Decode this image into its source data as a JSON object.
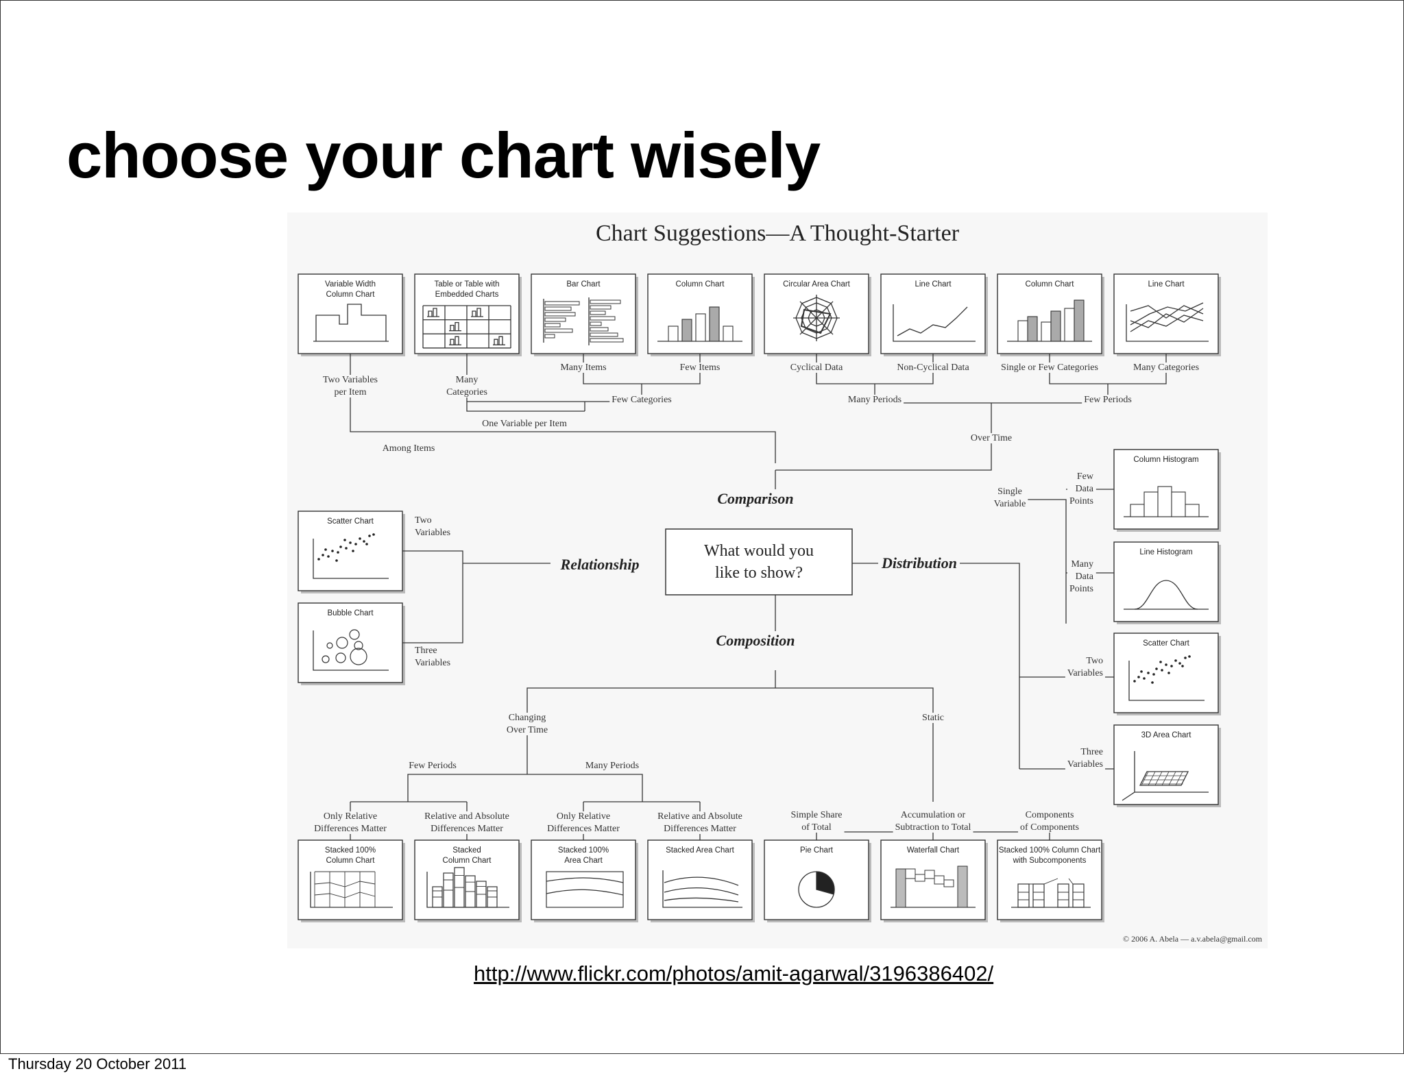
{
  "slide": {
    "title": "choose your chart wisely",
    "link": "http://www.flickr.com/photos/amit-agarwal/3196386402/",
    "date": "Thursday 20 October 2011"
  },
  "diagram": {
    "title": "Chart Suggestions—A Thought-Starter",
    "copyright": "© 2006  A. Abela — a.v.abela@gmail.com",
    "center_line1": "What would you",
    "center_line2": "like to show?",
    "categories": {
      "comparison": "Comparison",
      "relationship": "Relationship",
      "distribution": "Distribution",
      "composition": "Composition"
    },
    "boxes": {
      "variable_width": [
        "Variable Width",
        "Column Chart"
      ],
      "table_embedded": [
        "Table or Table with",
        "Embedded Charts"
      ],
      "bar_chart": [
        "Bar Chart"
      ],
      "column_chart_1": [
        "Column Chart"
      ],
      "circular_area": [
        "Circular Area Chart"
      ],
      "line_chart_1": [
        "Line Chart"
      ],
      "column_chart_2": [
        "Column Chart"
      ],
      "line_chart_2": [
        "Line Chart"
      ],
      "scatter_1": [
        "Scatter Chart"
      ],
      "bubble": [
        "Bubble Chart"
      ],
      "column_histogram": [
        "Column Histogram"
      ],
      "line_histogram": [
        "Line Histogram"
      ],
      "scatter_2": [
        "Scatter Chart"
      ],
      "area_3d": [
        "3D Area Chart"
      ],
      "stacked100_column": [
        "Stacked 100%",
        "Column Chart"
      ],
      "stacked_column": [
        "Stacked",
        "Column Chart"
      ],
      "stacked100_area": [
        "Stacked 100%",
        "Area Chart"
      ],
      "stacked_area": [
        "Stacked Area Chart"
      ],
      "pie": [
        "Pie Chart"
      ],
      "waterfall": [
        "Waterfall Chart"
      ],
      "stacked100_sub": [
        "Stacked 100% Column Chart",
        "with Subcomponents"
      ]
    },
    "labels": {
      "two_variables_per_item": [
        "Two Variables",
        "per Item"
      ],
      "many_categories_a": [
        "Many",
        "Categories"
      ],
      "many_items": [
        "Many Items"
      ],
      "few_items": [
        "Few Items"
      ],
      "cyclical_data": [
        "Cyclical Data"
      ],
      "non_cyclical_data": [
        "Non-Cyclical Data"
      ],
      "single_or_few_categories": [
        "Single or Few Categories"
      ],
      "many_categories_b": [
        "Many Categories"
      ],
      "few_categories": [
        "Few Categories"
      ],
      "many_periods_top": [
        "Many Periods"
      ],
      "few_periods_top": [
        "Few Periods"
      ],
      "one_variable_per_item": [
        "One Variable per Item"
      ],
      "among_items": [
        "Among Items"
      ],
      "over_time": [
        "Over Time"
      ],
      "two_variables_rel": [
        "Two",
        "Variables"
      ],
      "three_variables_rel": [
        "Three",
        "Variables"
      ],
      "single_variable": [
        "Single",
        "Variable"
      ],
      "few_data_points": [
        "Few",
        "Data",
        "Points"
      ],
      "many_data_points": [
        "Many",
        "Data",
        "Points"
      ],
      "two_variables_dist": [
        "Two",
        "Variables"
      ],
      "three_variables_dist": [
        "Three",
        "Variables"
      ],
      "changing_over_time": [
        "Changing",
        "Over Time"
      ],
      "static": [
        "Static"
      ],
      "few_periods_bottom": [
        "Few Periods"
      ],
      "many_periods_bottom": [
        "Many Periods"
      ],
      "only_relative_1": [
        "Only Relative",
        "Differences Matter"
      ],
      "relative_absolute_1": [
        "Relative and Absolute",
        "Differences Matter"
      ],
      "only_relative_2": [
        "Only Relative",
        "Differences Matter"
      ],
      "relative_absolute_2": [
        "Relative and Absolute",
        "Differences Matter"
      ],
      "simple_share": [
        "Simple Share",
        "of Total"
      ],
      "accumulation": [
        "Accumulation or",
        "Subtraction to Total"
      ],
      "components": [
        "Components",
        "of Components"
      ]
    }
  }
}
